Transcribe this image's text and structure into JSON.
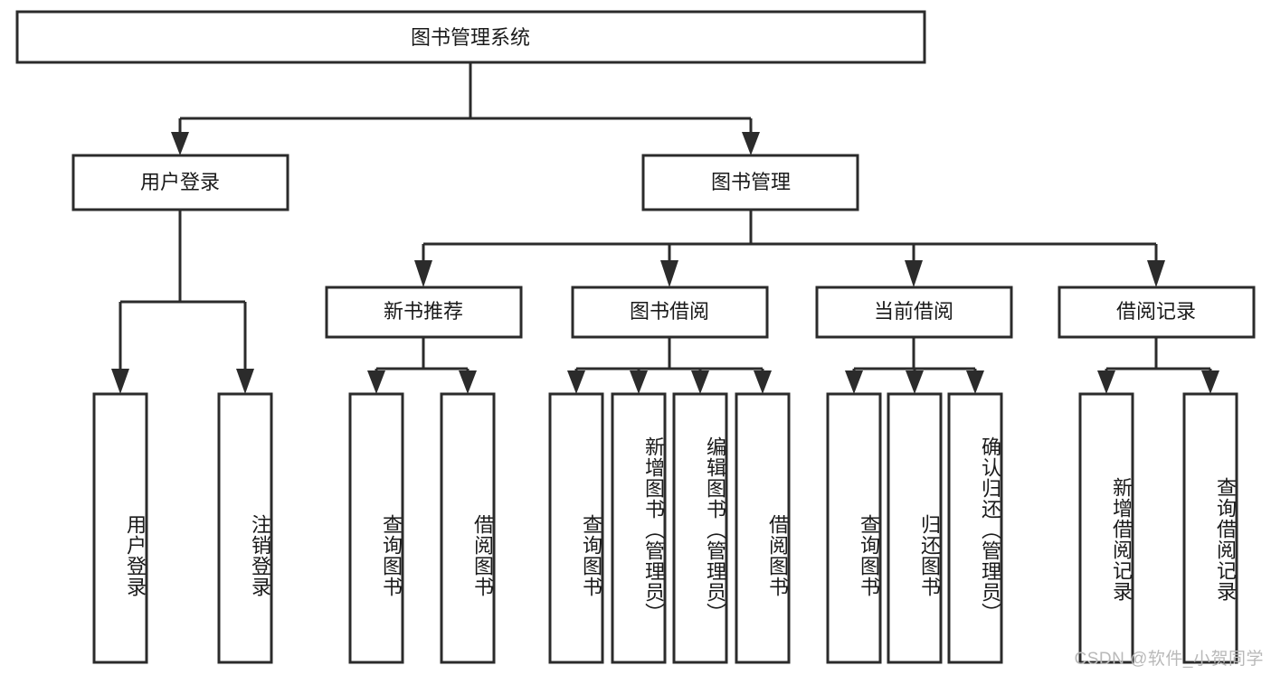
{
  "diagram": {
    "type": "tree",
    "title_node": "图书管理系统",
    "watermark": "CSDN @软件_小贺同学",
    "colors": {
      "stroke": "#2b2b2b",
      "box_fill": "#ffffff",
      "text": "#1a1a1a",
      "background": "#ffffff",
      "watermark": "#b9b9b9"
    },
    "level1": [
      {
        "id": "root",
        "label": "图书管理系统"
      }
    ],
    "level2": [
      {
        "id": "user-login",
        "label": "用户登录"
      },
      {
        "id": "book-manage",
        "label": "图书管理"
      }
    ],
    "level3": [
      {
        "id": "new-book-recommend",
        "label": "新书推荐",
        "parent": "book-manage"
      },
      {
        "id": "book-borrow",
        "label": "图书借阅",
        "parent": "book-manage"
      },
      {
        "id": "current-borrow",
        "label": "当前借阅",
        "parent": "book-manage"
      },
      {
        "id": "borrow-record",
        "label": "借阅记录",
        "parent": "book-manage"
      }
    ],
    "leaves": [
      {
        "id": "leaf-user-login",
        "label": "用户登录",
        "parent": "user-login"
      },
      {
        "id": "leaf-user-logout",
        "label": "注销登录",
        "parent": "user-login"
      },
      {
        "id": "leaf-query-book-1",
        "label": "查询图书",
        "parent": "new-book-recommend"
      },
      {
        "id": "leaf-borrow-book-1",
        "label": "借阅图书",
        "parent": "new-book-recommend"
      },
      {
        "id": "leaf-query-book-2",
        "label": "查询图书",
        "parent": "book-borrow"
      },
      {
        "id": "leaf-add-book",
        "label": "新增图书（管理员）",
        "parent": "book-borrow"
      },
      {
        "id": "leaf-edit-book",
        "label": "编辑图书（管理员）",
        "parent": "book-borrow"
      },
      {
        "id": "leaf-borrow-book-2",
        "label": "借阅图书",
        "parent": "book-borrow"
      },
      {
        "id": "leaf-query-book-3",
        "label": "查询图书",
        "parent": "current-borrow"
      },
      {
        "id": "leaf-return-book",
        "label": "归还图书",
        "parent": "current-borrow"
      },
      {
        "id": "leaf-confirm-return",
        "label": "确认归还（管理员）",
        "parent": "current-borrow"
      },
      {
        "id": "leaf-add-record",
        "label": "新增借阅记录",
        "parent": "borrow-record"
      },
      {
        "id": "leaf-query-record",
        "label": "查询借阅记录",
        "parent": "borrow-record"
      }
    ]
  }
}
